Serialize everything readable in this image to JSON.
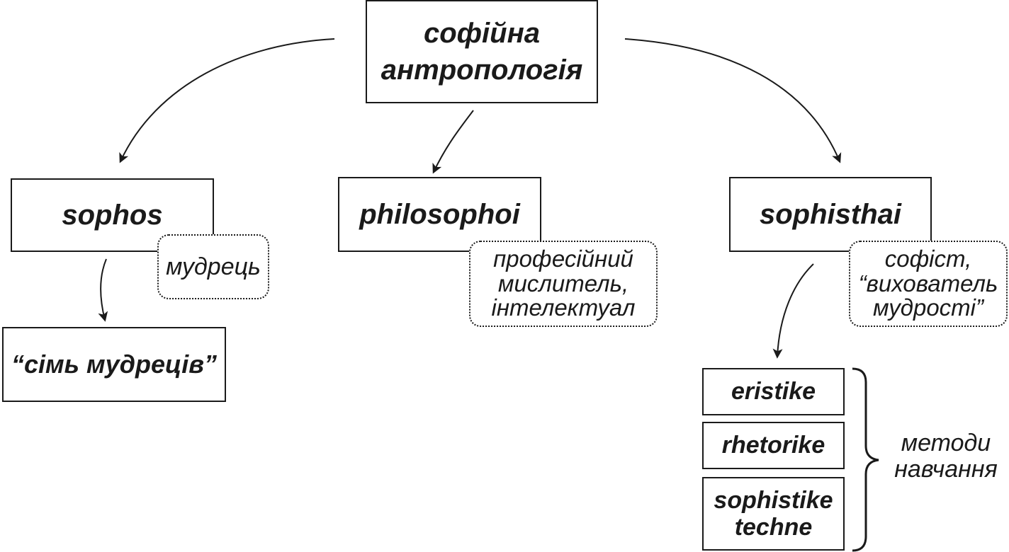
{
  "root": {
    "label": "софійна\nантропологія"
  },
  "branches": {
    "sophos": {
      "label": "sophos",
      "note": "мудрець",
      "child": "“сімь мудреців”"
    },
    "philosophoi": {
      "label": "philosophoi",
      "note": "професійний\nмислитель,\nінтелектуал"
    },
    "sophisthai": {
      "label": "sophisthai",
      "note": "софіст,\n“вихователь\nмудрості”"
    }
  },
  "methods": {
    "items": [
      "eristike",
      "rhetorike",
      "sophistike\ntechne"
    ],
    "label": "методи\nнавчання"
  }
}
